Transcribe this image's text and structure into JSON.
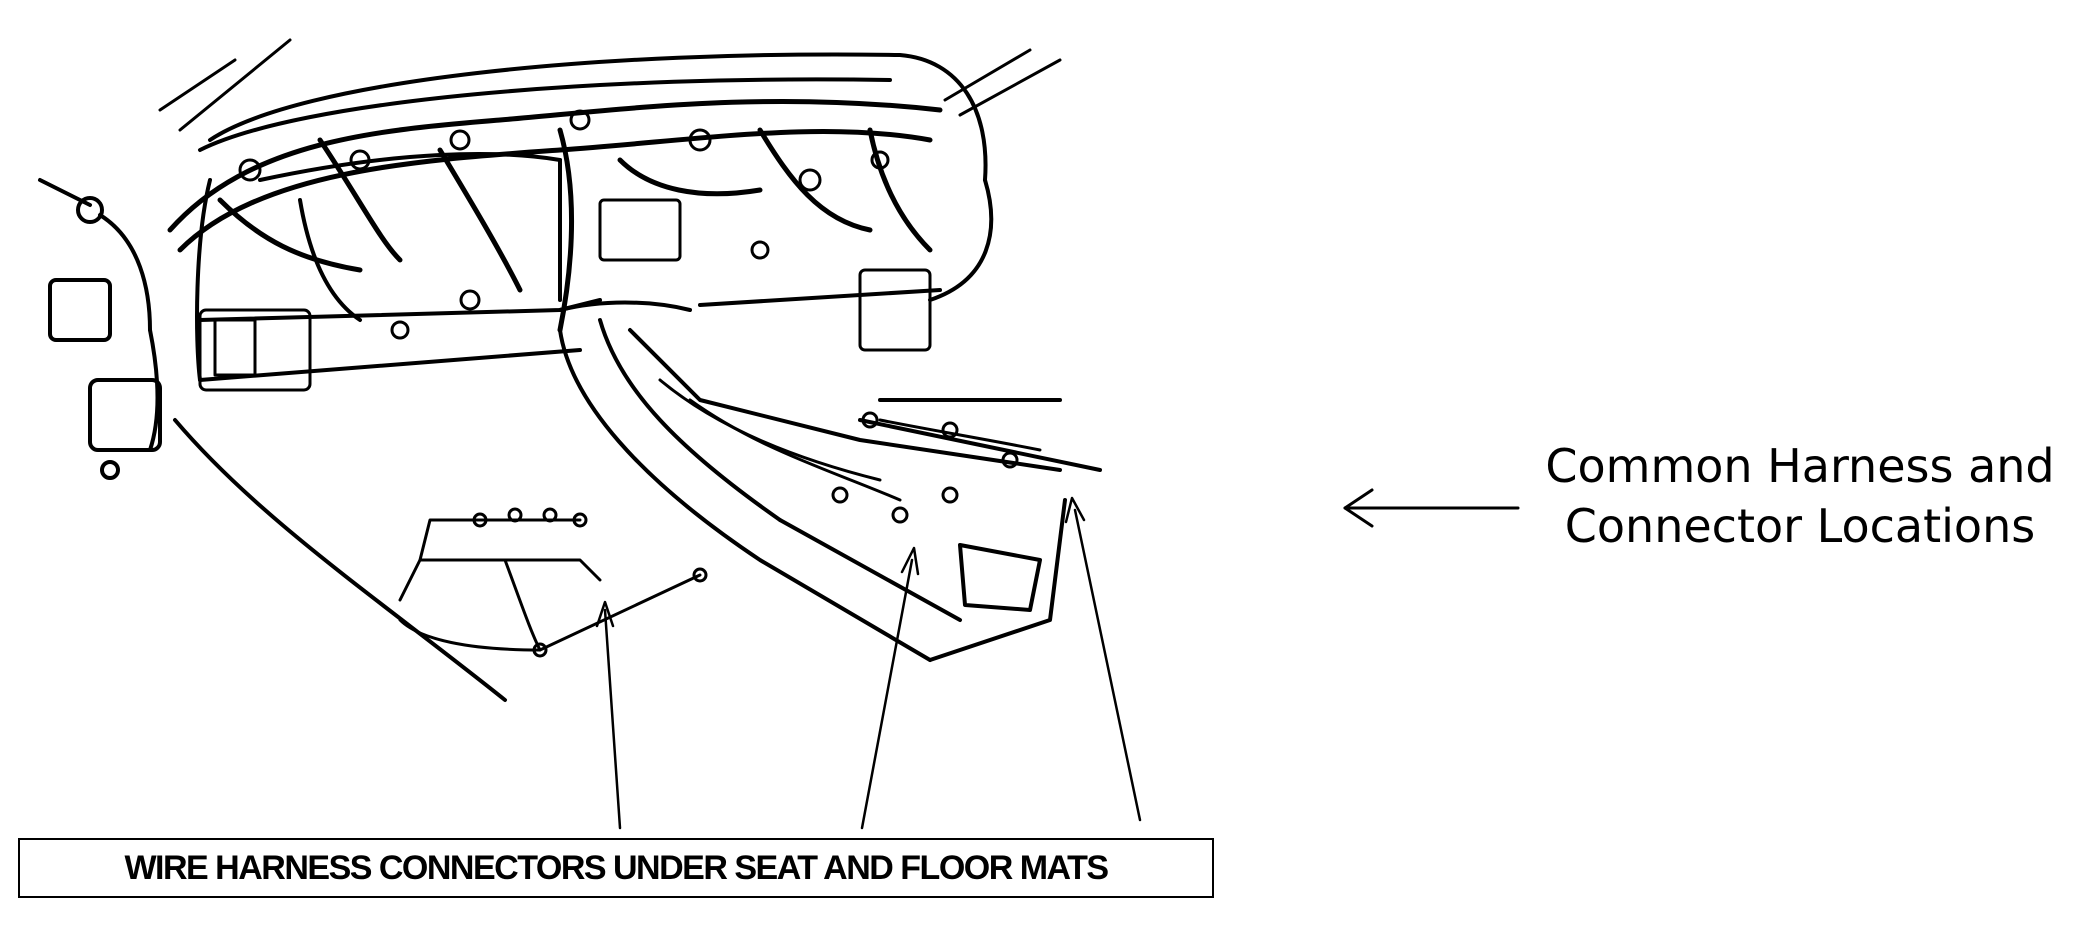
{
  "caption": {
    "line1": "Common Harness and",
    "line2": "Connector Locations"
  },
  "label_box": {
    "text": "WIRE HARNESS CONNECTORS UNDER SEAT AND FLOOR MATS"
  },
  "icons": {
    "pointer_arrow": "left-arrow-icon"
  }
}
